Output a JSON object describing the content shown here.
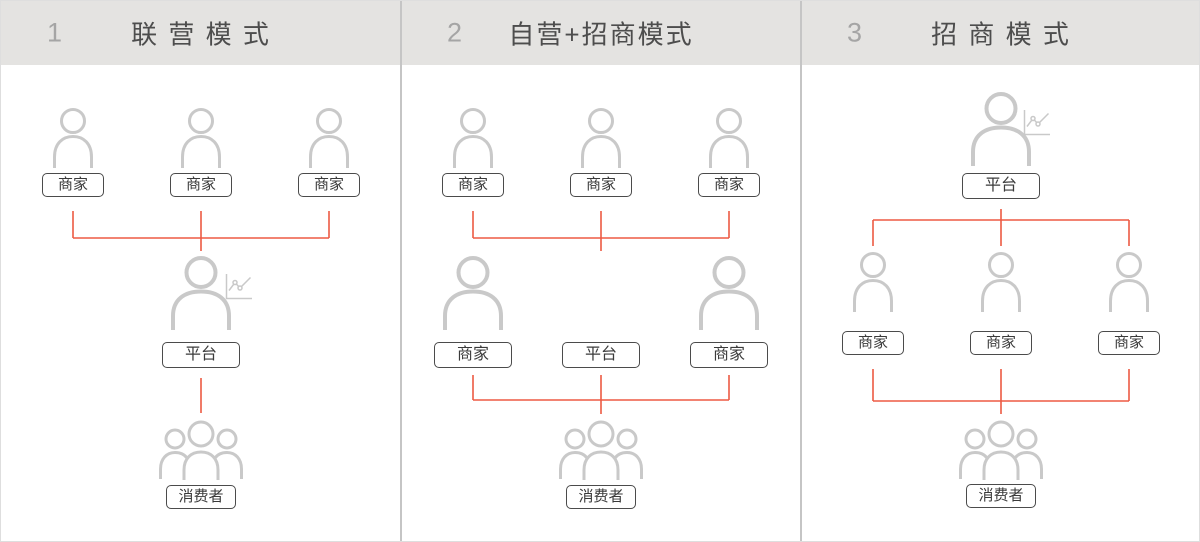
{
  "colors": {
    "accent": "#ed5a43",
    "icon": "#c9c9c9",
    "header_bg": "#e4e3e1",
    "divider": "#c5c5c5",
    "title_text": "#4d4d4d",
    "number_text": "#a5a5a5",
    "box_border": "#4b4b4b",
    "box_text": "#3a3a3a"
  },
  "panels": [
    {
      "id": "joint-operation",
      "number": "1",
      "title": "联 营 模 式",
      "merchants_top": [
        "商家",
        "商家",
        "商家"
      ],
      "platform": "平台",
      "consumer": "消费者"
    },
    {
      "id": "self-operated-plus-investment",
      "number": "2",
      "title": "自营+招商模式",
      "merchants_top": [
        "商家",
        "商家",
        "商家"
      ],
      "middle_row": [
        "商家",
        "平台",
        "商家"
      ],
      "consumer": "消费者"
    },
    {
      "id": "merchant-investment",
      "number": "3",
      "title": "招 商 模 式",
      "platform": "平台",
      "merchants": [
        "商家",
        "商家",
        "商家"
      ],
      "consumer": "消费者"
    }
  ],
  "icons": {
    "person": "person-outline-icon",
    "person_large": "person-outline-large-icon",
    "group": "consumers-group-icon",
    "chart": "trend-chart-icon"
  }
}
